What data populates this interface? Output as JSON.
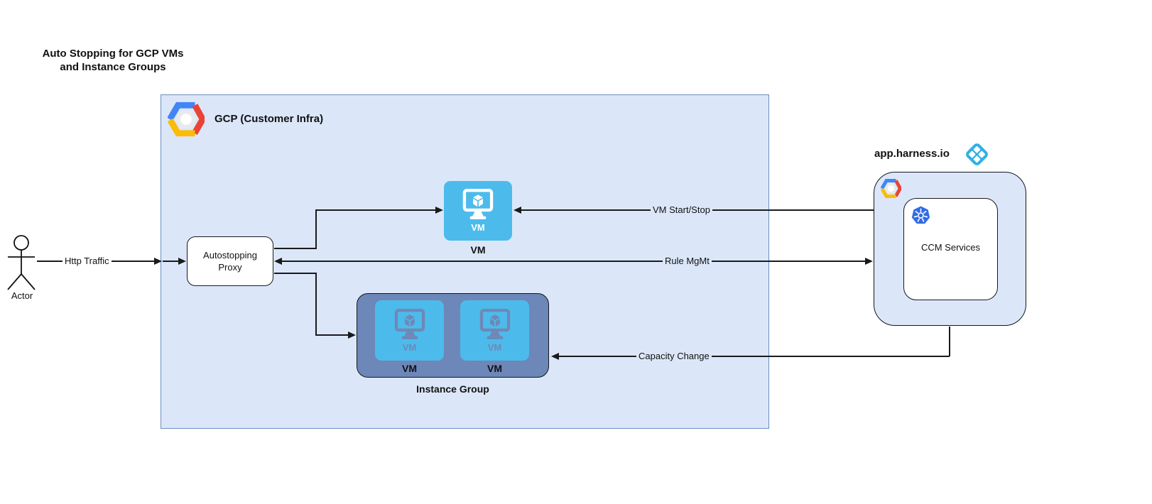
{
  "title": {
    "line1": "Auto Stopping for GCP VMs",
    "line2": "and Instance Groups"
  },
  "actor": {
    "label": "Actor"
  },
  "edges": {
    "http_traffic": "Http Traffic",
    "vm_start_stop": "VM Start/Stop",
    "rule_mgmt": "Rule MgMt",
    "capacity_change": "Capacity Change"
  },
  "gcp": {
    "label": "GCP (Customer Infra)",
    "proxy_label": "Autostopping Proxy",
    "vm": {
      "tile_label": "VM",
      "caption": "VM"
    },
    "instance_group": {
      "caption": "Instance Group",
      "vms": [
        {
          "tile_label": "VM",
          "caption": "VM"
        },
        {
          "tile_label": "VM",
          "caption": "VM"
        }
      ]
    }
  },
  "harness": {
    "label": "app.harness.io",
    "ccm_label": "CCM Services"
  },
  "icons": {
    "gcp_logo": "gcp-hexagon-logo",
    "harness_logo": "harness-logo",
    "k8s_logo": "kubernetes-logo",
    "vm_icon": "vm-monitor-icon",
    "actor_icon": "actor-stick-figure"
  },
  "colors": {
    "container_fill": "#dbe7f9",
    "container_border": "#6c8ebf",
    "vm_blue": "#4cbbec",
    "instance_group_fill": "#6d87b8",
    "harness_blue": "#2fb1e3",
    "k8s_blue": "#326ce5",
    "gcp_blue": "#4285f4",
    "gcp_red": "#ea4335",
    "gcp_yellow": "#fbbc05",
    "line_color": "#1a1a1a"
  }
}
